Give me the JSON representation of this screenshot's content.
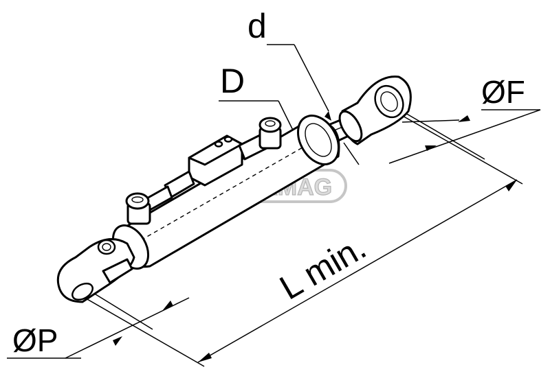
{
  "labels": {
    "d": "d",
    "D": "D",
    "F": "ØF",
    "P": "ØP",
    "L": "L min."
  },
  "watermark": {
    "text": "CERMAG"
  },
  "colors": {
    "line": "#000000",
    "background": "#ffffff",
    "watermark": "#c8c8c8"
  }
}
